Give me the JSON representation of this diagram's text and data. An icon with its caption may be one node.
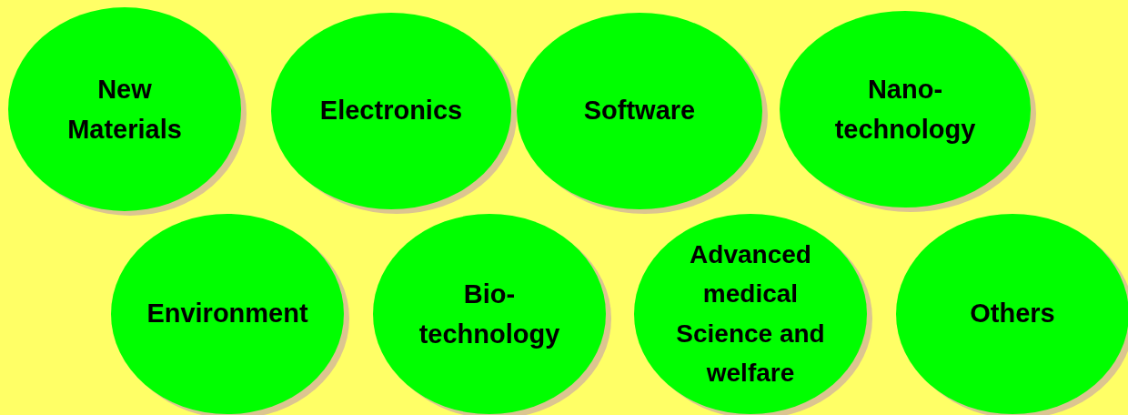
{
  "diagram": {
    "nodes": [
      {
        "text": [
          "New Materials"
        ]
      },
      {
        "text": [
          "Electronics"
        ]
      },
      {
        "text": [
          "Software"
        ]
      },
      {
        "text": [
          "Nano- technology"
        ]
      },
      {
        "text": [
          "Environment"
        ]
      },
      {
        "text": [
          "Bio- technology"
        ]
      },
      {
        "text": [
          "Advanced medical Science and welfare"
        ]
      },
      {
        "text": [
          "Others"
        ]
      }
    ]
  }
}
